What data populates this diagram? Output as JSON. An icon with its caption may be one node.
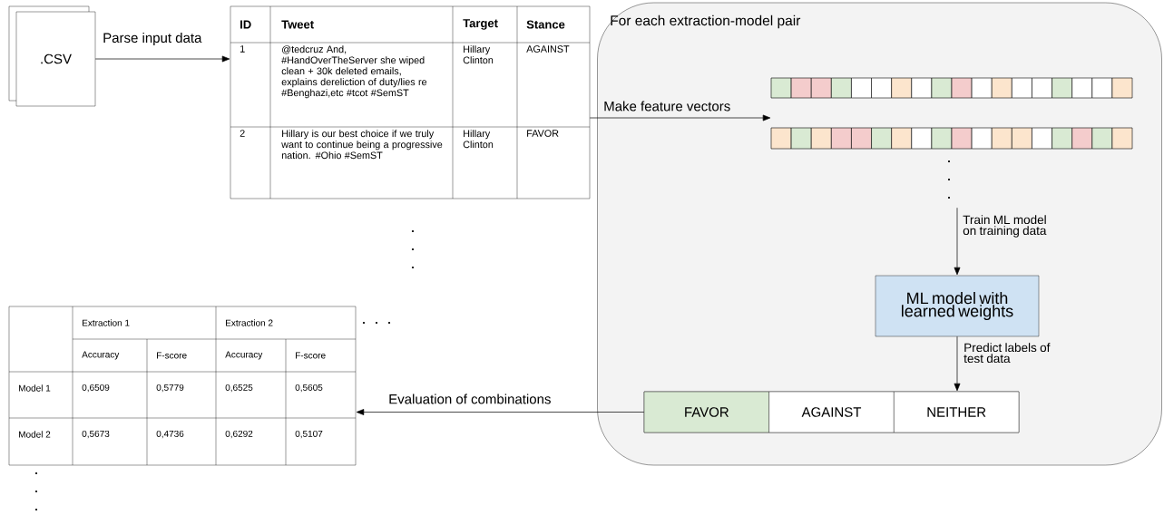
{
  "diagram": {
    "nodes": [
      {
        "text": [
          ".CSV"
        ]
      },
      {
        "text": [
          "ID",
          "Tweet",
          "Target",
          "Stance",
          "1",
          "@tedcruz And, #HandOverTheServer she wiped clean + 30k deleted emails, explains dereliction of duty/lies re #Benghazi,etc #tcot #SemST",
          "Hillary Clinton",
          "AGAINST",
          "2",
          "Hillary is our best choice if we truly want to continue being a progressive nation. #Ohio #SemST",
          "Hillary Clinton",
          "FAVOR"
        ]
      },
      {
        "text": [
          "For each extraction-model pair"
        ]
      },
      {
        "text": [],
        "shape": "bar",
        "in": 2
      },
      {
        "text": [
          "ML model with learned weights"
        ],
        "in": 2
      },
      {
        "text": [
          "FAVOR",
          "AGAINST",
          "NEITHER"
        ],
        "in": 2
      },
      {
        "text": [
          "Extraction 1",
          "Extraction 2",
          "Accuracy",
          "F-score",
          "Accuracy",
          "F-score",
          "Model 1",
          "0,6509",
          "0,5779",
          "0,6525",
          "0,5605",
          "Model 2",
          "0,5673",
          "0,4736",
          "0,6292",
          "0,5107"
        ]
      }
    ],
    "edges": [
      {
        "from": 0,
        "to": 1,
        "arrow": "to",
        "label": "Parse input data"
      },
      {
        "from": 1,
        "to": 3,
        "arrow": "to",
        "label": "Make feature vectors"
      },
      {
        "from": 3,
        "to": 4,
        "arrow": "to",
        "label": "Train ML model on training data"
      },
      {
        "from": 4,
        "to": 5,
        "arrow": "to",
        "label": "Predict labels of test data"
      },
      {
        "from": 5,
        "to": 6,
        "arrow": "to",
        "label": "Evaluation of combinations"
      }
    ]
  }
}
